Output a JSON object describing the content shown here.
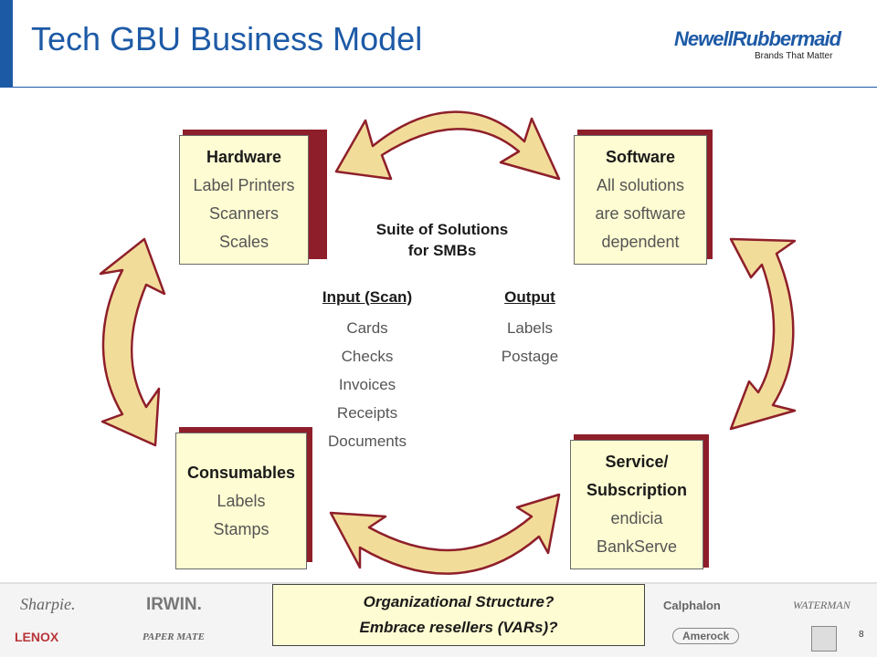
{
  "header": {
    "title": "Tech GBU Business Model",
    "logo_name": "NewellRubbermaid",
    "logo_tagline": "Brands That Matter"
  },
  "boxes": {
    "hardware": {
      "heading": "Hardware",
      "items": [
        "Label Printers",
        "Scanners",
        "Scales"
      ]
    },
    "software": {
      "heading": "Software",
      "items": [
        "All solutions",
        "are software",
        "dependent"
      ]
    },
    "consumables": {
      "heading": "Consumables",
      "items": [
        "Labels",
        "Stamps"
      ]
    },
    "service": {
      "heading_lines": [
        "Service/",
        "Subscription"
      ],
      "items": [
        "endicia",
        "BankServe"
      ]
    }
  },
  "center": {
    "suite_lines": [
      "Suite of Solutions",
      "for SMBs"
    ],
    "input": {
      "heading": "Input (Scan)",
      "items": [
        "Cards",
        "Checks",
        "Invoices",
        "Receipts",
        "Documents"
      ]
    },
    "output": {
      "heading": "Output",
      "items": [
        "Labels",
        "Postage"
      ]
    }
  },
  "callout": {
    "lines": [
      "Organizational Structure?",
      "Embrace resellers (VARs)?"
    ]
  },
  "brands": [
    "Sharpie.",
    "IRWIN.",
    "LENOX",
    "PAPER MATE",
    "Calphalon",
    "WATERMAN",
    "Amerock"
  ],
  "footer": {
    "page_number": "8"
  },
  "colors": {
    "accent": "#1d5aa6",
    "arrow_fill": "#f2dc9a",
    "arrow_edge": "#8e1f2a",
    "box_fill": "#fefcd2"
  }
}
